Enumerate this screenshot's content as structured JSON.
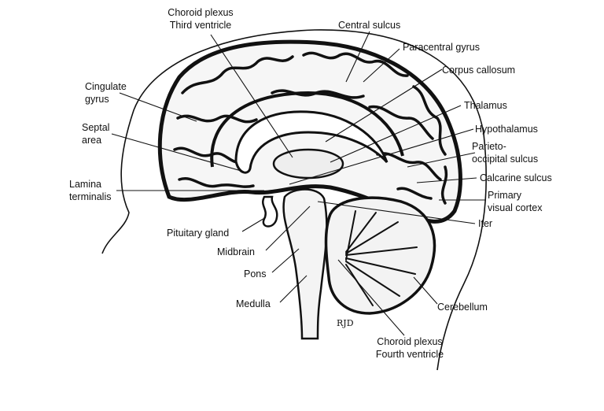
{
  "labels": {
    "choroid_plexus_third": [
      "Choroid plexus",
      "Third ventricle"
    ],
    "central_sulcus": "Central sulcus",
    "paracentral_gyrus": "Paracentral gyrus",
    "corpus_callosum": "Corpus callosum",
    "cingulate_gyrus": [
      "Cingulate",
      "gyrus"
    ],
    "thalamus": "Thalamus",
    "septal_area": [
      "Septal",
      "area"
    ],
    "hypothalamus": "Hypothalamus",
    "parieto_occipital_sulcus": [
      "Parieto-",
      "occipital sulcus"
    ],
    "lamina_terminalis": [
      "Lamina",
      "terminalis"
    ],
    "calcarine_sulcus": "Calcarine sulcus",
    "primary_visual_cortex": [
      "Primary",
      "visual cortex"
    ],
    "iter": "Iter",
    "pituitary_gland": "Pituitary gland",
    "midbrain": "Midbrain",
    "pons": "Pons",
    "medulla": "Medulla",
    "cerebellum": "Cerebellum",
    "choroid_plexus_fourth": [
      "Choroid plexus",
      "Fourth ventricle"
    ]
  },
  "signature": "RJD"
}
